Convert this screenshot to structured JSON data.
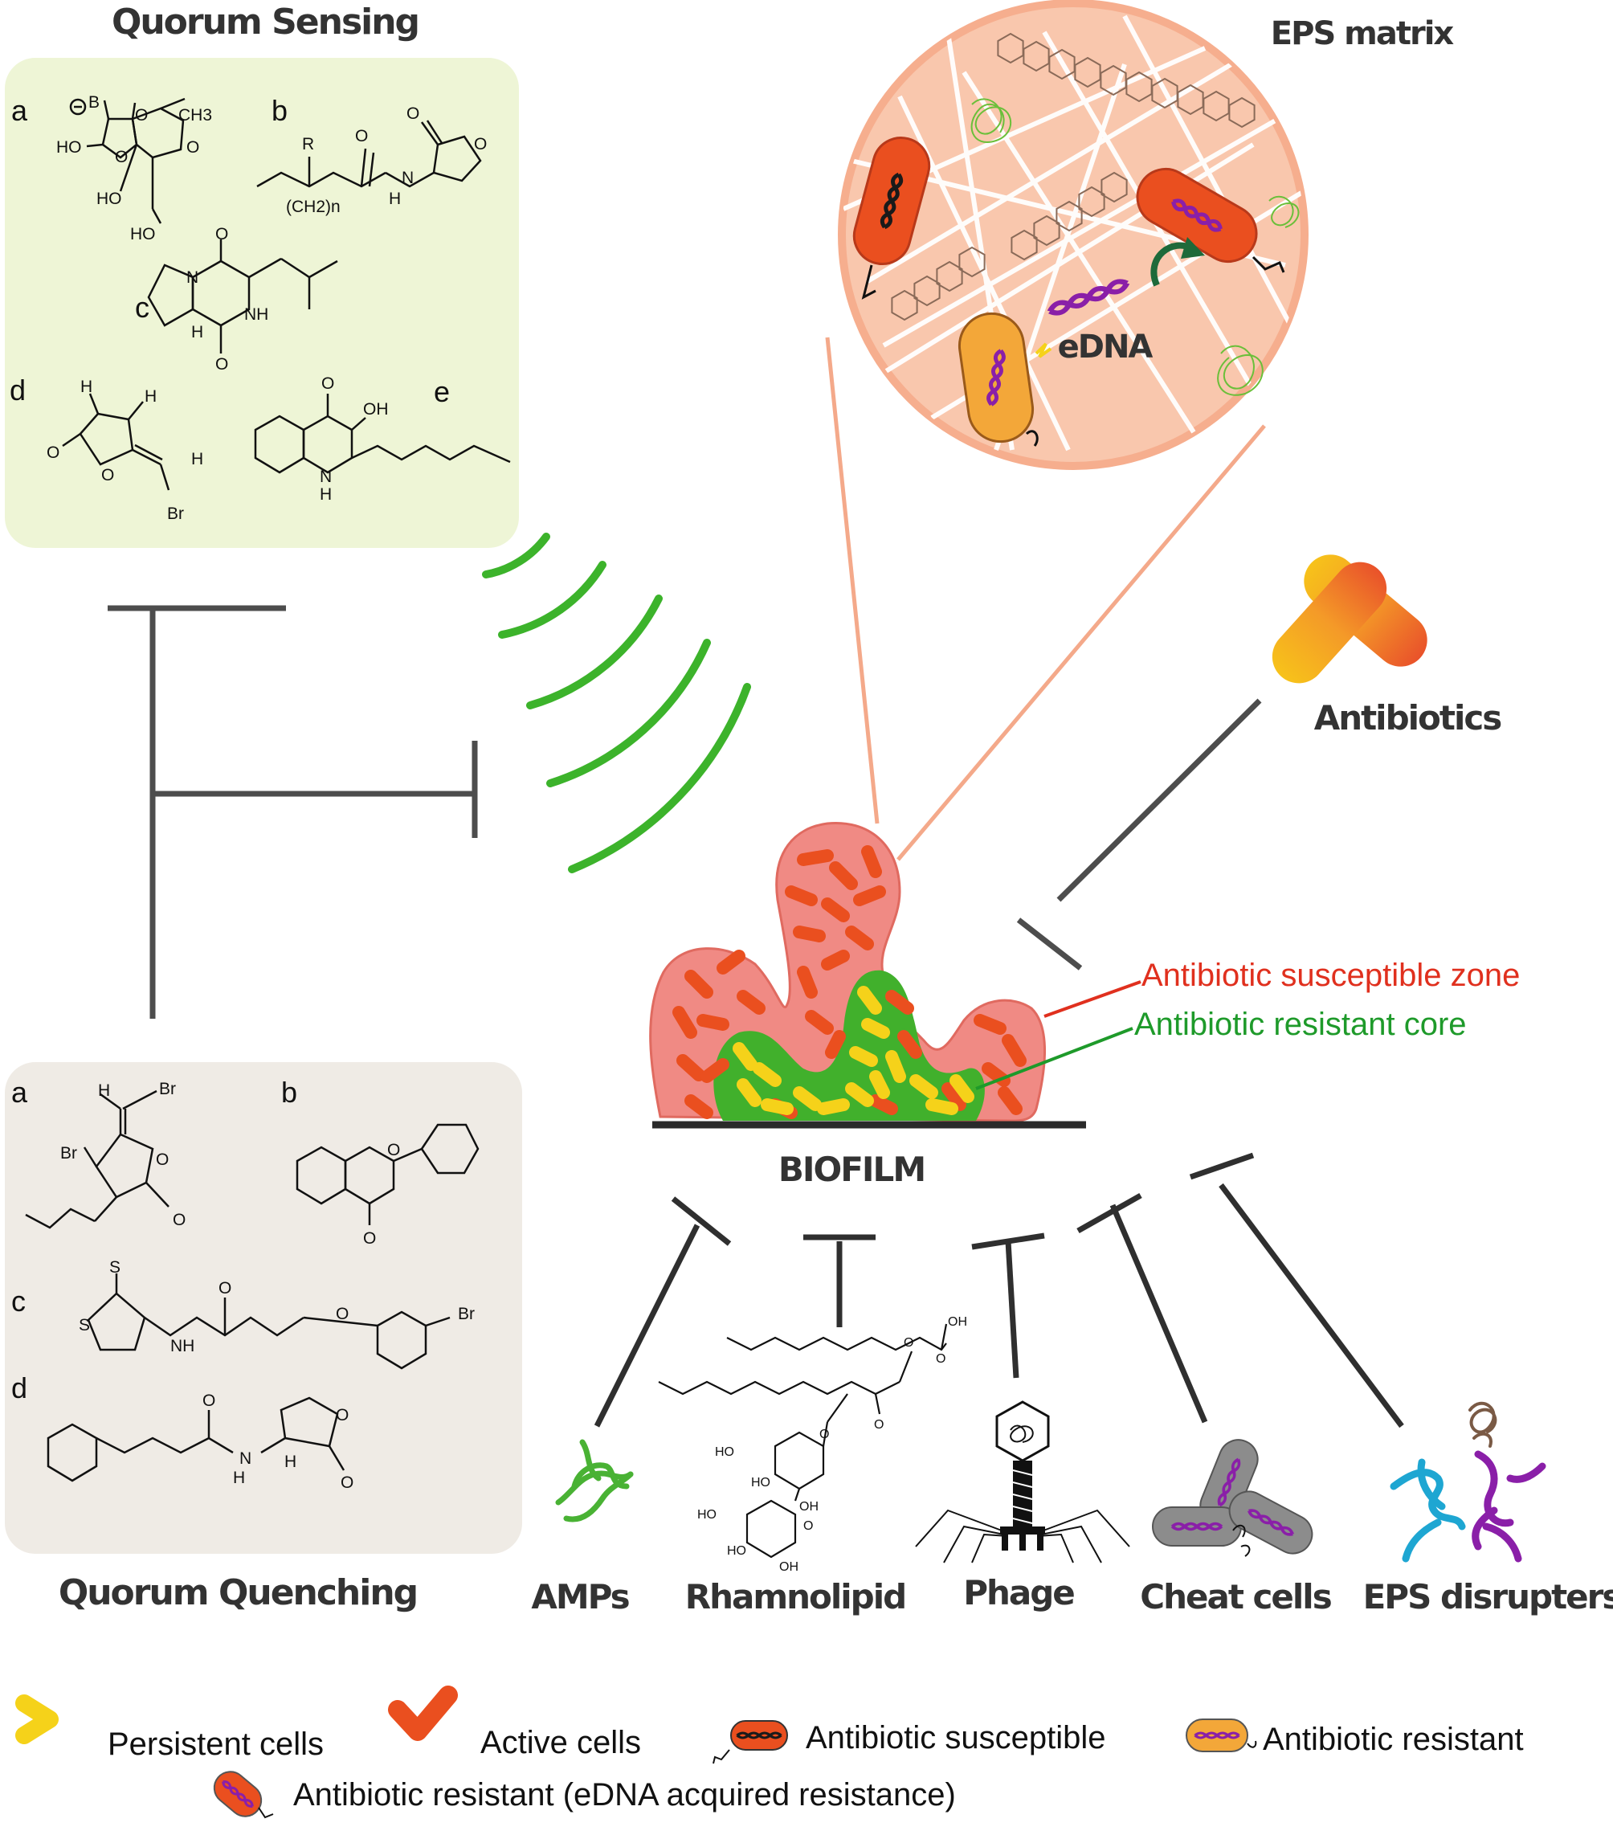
{
  "titles": {
    "quorum_sensing": "Quorum Sensing",
    "quorum_quenching": "Quorum Quenching",
    "eps_matrix": "EPS matrix",
    "antibiotics": "Antibiotics",
    "biofilm": "BIOFILM",
    "edna": "eDNA"
  },
  "zones": {
    "susceptible": "Antibiotic susceptible zone",
    "resistant": "Antibiotic resistant core"
  },
  "qs_letters": [
    "a",
    "b",
    "c",
    "d",
    "e"
  ],
  "qq_letters": [
    "a",
    "b",
    "c",
    "d"
  ],
  "chem_labels": {
    "qs_a": [
      "HO",
      "B",
      "O",
      "O",
      "CH3",
      "O",
      "HO",
      "HO"
    ],
    "qs_b": [
      "R",
      "(CH2)n",
      "O",
      "N",
      "H",
      "O",
      "O"
    ],
    "qs_c": [
      "O",
      "N",
      "NH",
      "H",
      "O"
    ],
    "qs_d": [
      "H",
      "H",
      "O",
      "O",
      "H",
      "Br"
    ],
    "qs_e": [
      "O",
      "OH",
      "N",
      "H"
    ],
    "qq_a": [
      "H",
      "Br",
      "Br",
      "O",
      "O"
    ],
    "qq_b": [
      "O",
      "O"
    ],
    "qq_c": [
      "S",
      "S",
      "NH",
      "O",
      "O",
      "Br"
    ],
    "qq_d": [
      "O",
      "N",
      "H",
      "H",
      "O",
      "O"
    ],
    "rhamno": [
      "OH",
      "O",
      "O",
      "O",
      "O",
      "HO",
      "HO",
      "OH",
      "O",
      "HO",
      "HO",
      "OH"
    ]
  },
  "treatments": [
    "AMPs",
    "Rhamnolipid",
    "Phage",
    "Cheat cells",
    "EPS disrupters"
  ],
  "legend": {
    "persistent": "Persistent cells",
    "active": "Active cells",
    "susceptible": "Antibiotic susceptible",
    "resistant": "Antibiotic resistant",
    "edna_resistant": "Antibiotic resistant (eDNA acquired resistance)"
  },
  "colors": {
    "qs_panel": "#eef5d6",
    "qq_panel": "#efebe5",
    "eps_circle": "#f9c7ad",
    "eps_border": "#f4a98a",
    "biofilm_fill": "#f08a84",
    "core_green": "#41b02c",
    "active_cell": "#ea4f1f",
    "persistent_cell": "#f5d21a",
    "resistant_cell": "#f3a739",
    "signal_green": "#3cb32b",
    "inhibitor": "#4d4d4d",
    "susceptible_text": "#e0301e",
    "resistant_text": "#1e9a2a",
    "amp_green": "#49b234",
    "edna_purple": "#8a1fa8"
  }
}
